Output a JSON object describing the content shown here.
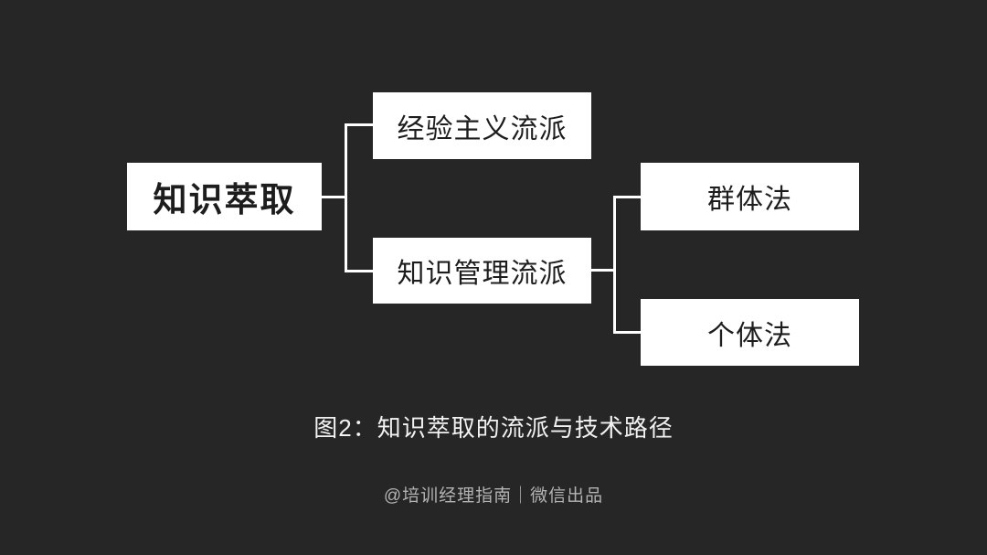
{
  "diagram": {
    "type": "tree",
    "root": {
      "label": "知识萃取"
    },
    "branches": [
      {
        "label": "经验主义流派",
        "parent": "知识萃取",
        "children": []
      },
      {
        "label": "知识管理流派",
        "parent": "知识萃取",
        "children": [
          "群体法",
          "个体法"
        ]
      }
    ],
    "leaves": [
      {
        "label": "群体法",
        "parent": "知识管理流派"
      },
      {
        "label": "个体法",
        "parent": "知识管理流派"
      }
    ],
    "caption": "图2：知识萃取的流派与技术路径",
    "credit": "@培训经理指南｜微信出品"
  },
  "colors": {
    "background": "#262626",
    "node_fill": "#ffffff",
    "node_text": "#1d1d1d",
    "connector_line": "#ffffff",
    "caption_text": "#f2f2f2",
    "credit_text": "#b3b3b3"
  }
}
